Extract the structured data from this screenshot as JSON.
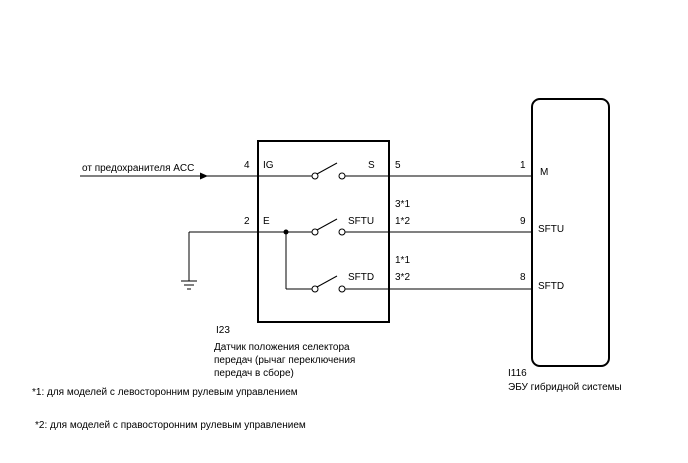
{
  "source_label": "от предохранителя ACC",
  "switch_unit": {
    "id": "I23",
    "name_lines": [
      "Датчик положения селектора",
      "передач (рычаг переключения",
      "передач в сборе)"
    ],
    "left_pins": [
      {
        "number": "4",
        "name": "IG"
      },
      {
        "number": "2",
        "name": "E"
      }
    ],
    "right_pins": [
      {
        "name": "S",
        "number": "5"
      },
      {
        "name": "SFTU",
        "number_alt": "3*1",
        "number": "1*2"
      },
      {
        "name": "SFTD",
        "number_alt": "1*1",
        "number": "3*2"
      }
    ]
  },
  "ecu": {
    "id": "I116",
    "name": "ЭБУ гибридной системы",
    "pins": [
      {
        "number": "1",
        "name": "M"
      },
      {
        "number": "9",
        "name": "SFTU"
      },
      {
        "number": "8",
        "name": "SFTD"
      }
    ]
  },
  "notes": [
    "*1: для моделей с левосторонним рулевым управлением",
    "*2: для моделей с правосторонним рулевым управлением"
  ],
  "colors": {
    "line": "#000000",
    "background": "#ffffff"
  },
  "icons": [
    "ground-icon",
    "arrow-icon",
    "switch-icon"
  ]
}
